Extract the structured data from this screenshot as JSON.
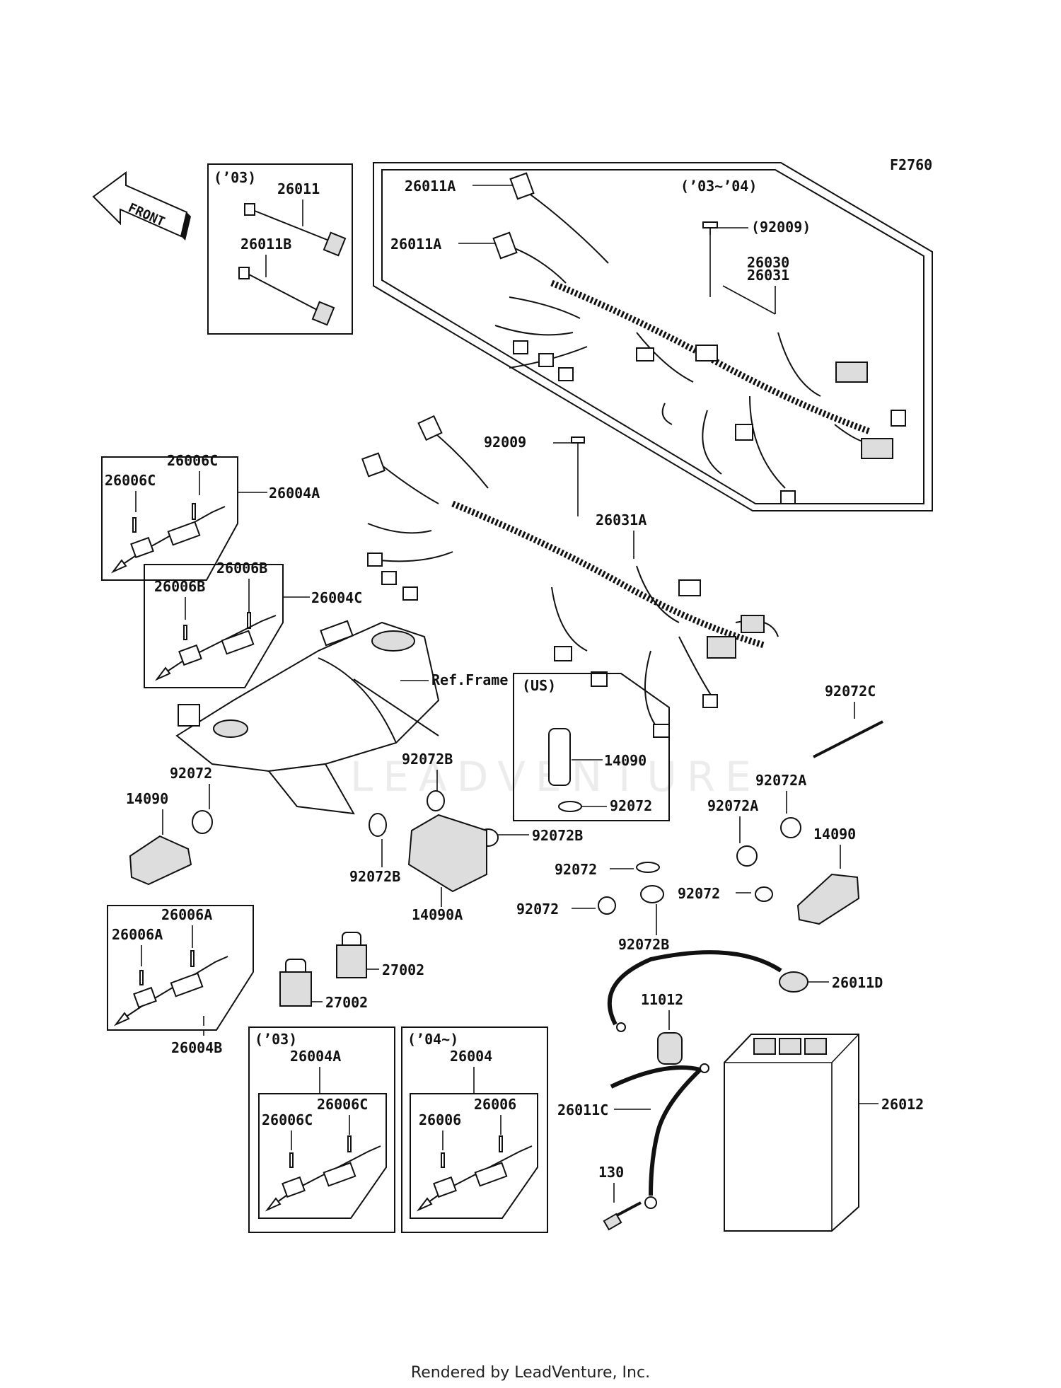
{
  "figure_code": "F2760",
  "front_label": "FRONT",
  "watermark": "LEADVENTURE",
  "footer": "Rendered by LeadVenture, Inc.",
  "labels": {
    "y03_top": "(’03)",
    "y03_04": "(’03~’04)",
    "us": "(US)",
    "y03_bottom": "(’03)",
    "y04_bottom": "(’04~)",
    "ref_frame": "Ref.Frame",
    "p26011": "26011",
    "p26011B": "26011B",
    "p26011A_1": "26011A",
    "p26011A_2": "26011A",
    "p92009_paren": "(92009)",
    "p26030": "26030",
    "p26031": "26031",
    "p92009": "92009",
    "p26031A": "26031A",
    "p26006C_1": "26006C",
    "p26006C_2": "26006C",
    "p26004A": "26004A",
    "p26006B_1": "26006B",
    "p26006B_2": "26006B",
    "p26004C": "26004C",
    "p92072C": "92072C",
    "p14090_us": "14090",
    "p92072_us": "92072",
    "p92072_left": "92072",
    "p14090_left": "14090",
    "p92072B_top": "92072B",
    "p92072B_right": "92072B",
    "p92072B_left": "92072B",
    "p14090A": "14090A",
    "p92072A_1": "92072A",
    "p92072A_2": "92072A",
    "p14090_right": "14090",
    "p92072_c1": "92072",
    "p92072_c2": "92072",
    "p92072_c3": "92072",
    "p92072B_bottom": "92072B",
    "p26006A_1": "26006A",
    "p26006A_2": "26006A",
    "p26004B": "26004B",
    "p27002_1": "27002",
    "p27002_2": "27002",
    "p26011D": "26011D",
    "p11012": "11012",
    "p26004A_b": "26004A",
    "p26006C_b1": "26006C",
    "p26006C_b2": "26006C",
    "p26004": "26004",
    "p26006_1": "26006",
    "p26006_2": "26006",
    "p26011C": "26011C",
    "p26012": "26012",
    "p130": "130"
  }
}
